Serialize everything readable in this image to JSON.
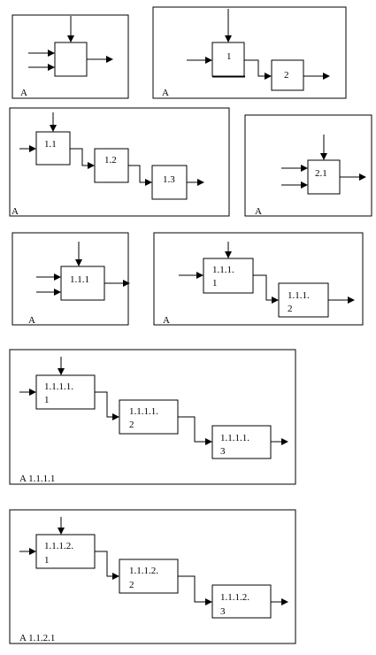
{
  "diagrams": [
    {
      "id": "top",
      "label": "A",
      "blocks": [
        ""
      ]
    },
    {
      "id": "a0",
      "label": "A",
      "blocks": [
        "1",
        "2"
      ]
    },
    {
      "id": "a1",
      "label": "A",
      "blocks": [
        "1.1",
        "1.2",
        "1.3"
      ]
    },
    {
      "id": "a2",
      "label": "A",
      "blocks": [
        "2.1"
      ]
    },
    {
      "id": "a11",
      "label": "A",
      "blocks": [
        "1.1.1"
      ]
    },
    {
      "id": "a111",
      "label": "A",
      "blocks": [
        [
          "1.1.1.",
          "1"
        ],
        [
          "1.1.1.",
          "2"
        ]
      ]
    },
    {
      "id": "a1111",
      "label": "A 1.1.1.1",
      "blocks": [
        [
          "1.1.1.1.",
          "1"
        ],
        [
          "1.1.1.1.",
          "2"
        ],
        [
          "1.1.1.1.",
          "3"
        ]
      ]
    },
    {
      "id": "a1121",
      "label": "A 1.1.2.1",
      "blocks": [
        [
          "1.1.1.2.",
          "1"
        ],
        [
          "1.1.1.2.",
          "2"
        ],
        [
          "1.1.1.2.",
          "3"
        ]
      ]
    }
  ]
}
